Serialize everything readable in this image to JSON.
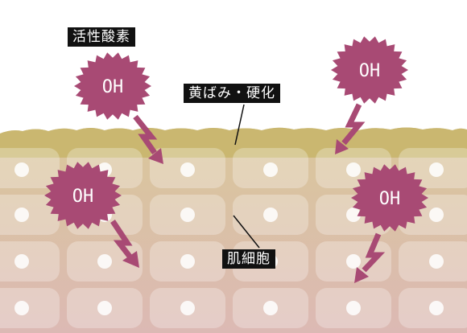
{
  "labels": {
    "free_radical": "活性酸素",
    "yellowing": "黄ばみ・硬化",
    "skin_cells": "肌細胞"
  },
  "radical_text": "OH",
  "colors": {
    "background": "#ffffff",
    "yellow_surface": "#c7b468",
    "cell_layer_top": "#d9c79a",
    "cell_layer_bottom": "#dcb9b4",
    "cell_fill": "#ffffff",
    "nucleus": "#ffffff",
    "radical": "#a84a74",
    "arrow": "#a84a74",
    "label_bg": "#111111",
    "label_text": "#ffffff",
    "leader_line": "#111111"
  }
}
